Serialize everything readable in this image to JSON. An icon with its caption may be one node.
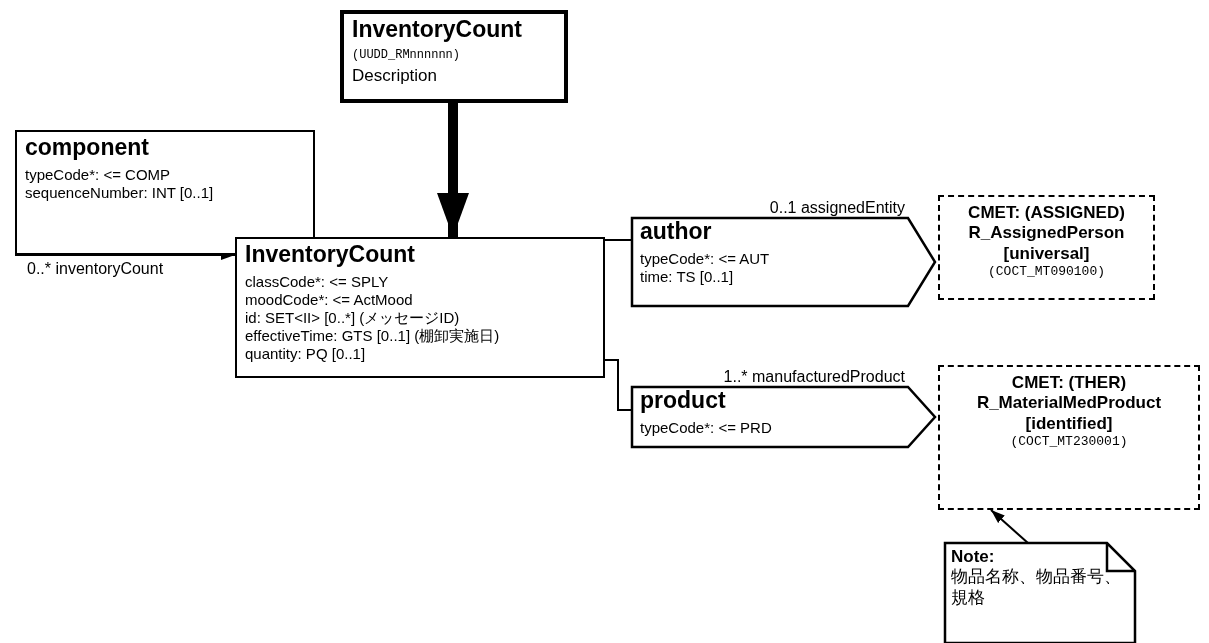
{
  "diagram": {
    "nodes": [
      {
        "text": [
          "InventoryCount",
          "(UUDD_RMnnnnnn)",
          "Description"
        ]
      },
      {
        "text": [
          "component",
          "typeCode*: <= COMP",
          "sequenceNumber: INT [0..1]"
        ]
      },
      {
        "text": [
          "InventoryCount",
          "classCode*: <= SPLY",
          "moodCode*: <= ActMood",
          "id: SET<II> [0..*] (メッセージID)",
          "effectiveTime: GTS [0..1] (棚卸実施日)",
          "quantity: PQ [0..1]"
        ]
      },
      {
        "text": [
          "author",
          "typeCode*: <= AUT",
          "time: TS [0..1]"
        ],
        "beside": [
          "0..1 assignedEntity"
        ]
      },
      {
        "text": [
          "CMET: (ASSIGNED)",
          "R_AssignedPerson",
          "[universal]",
          "(COCT_MT090100)"
        ]
      },
      {
        "text": [
          "product",
          "typeCode*: <= PRD"
        ],
        "beside": [
          "1..* manufacturedProduct"
        ]
      },
      {
        "text": [
          "CMET: (THER)",
          "R_MaterialMedProduct",
          "[identified]",
          "(COCT_MT230001)"
        ]
      },
      {
        "text": [
          "Note:",
          "物品名称、物品番号、規格"
        ]
      }
    ],
    "edges": [
      {
        "from": 0,
        "to": 2,
        "arrow": "to",
        "style": "thick"
      },
      {
        "from": 1,
        "to": 2,
        "arrow": "to",
        "label": "0..* inventoryCount"
      },
      {
        "from": 2,
        "to": 3,
        "arrow": "none"
      },
      {
        "from": 2,
        "to": 5,
        "arrow": "none"
      },
      {
        "from": 7,
        "to": 6,
        "arrow": "to"
      }
    ]
  }
}
